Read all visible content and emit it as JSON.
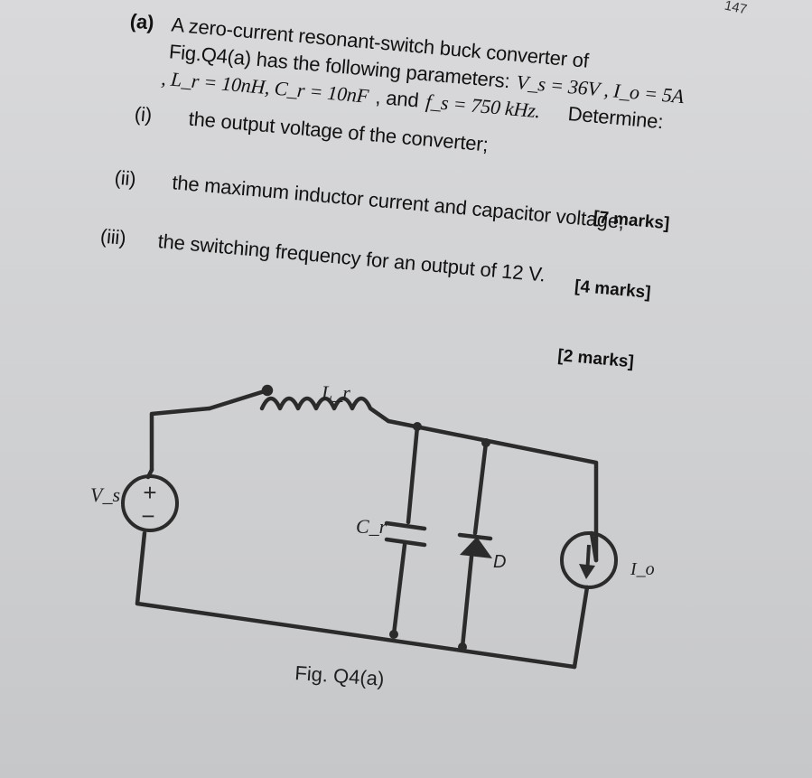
{
  "page_number": "147",
  "question": {
    "part_label": "(a)",
    "line1": "A zero-current resonant-switch buck converter of",
    "line2": "Fig.Q4(a) has the following parameters:",
    "line2_math": "V_s = 36V , I_o = 5A",
    "line3_math": ", L_r = 10nH, C_r = 10nF",
    "line3_text": ", and",
    "line3_math2": "f_s = 750 kHz.",
    "line3_end": "Determine:"
  },
  "subparts": [
    {
      "label": "(i)",
      "text": "the output voltage of the converter;",
      "marks": "[7 marks]"
    },
    {
      "label": "(ii)",
      "text": "the maximum inductor current and capacitor voltage;",
      "marks": "[4 marks]"
    },
    {
      "label": "(iii)",
      "text": "the switching frequency for an output of 12 V.",
      "marks": "[2 marks]"
    }
  ],
  "figure": {
    "caption": "Fig. Q4(a)",
    "labels": {
      "source": "V_s",
      "inductor": "L_r",
      "capacitor": "C_r",
      "diode": "D",
      "current_source": "I_o",
      "plus": "+",
      "minus": "−"
    }
  }
}
